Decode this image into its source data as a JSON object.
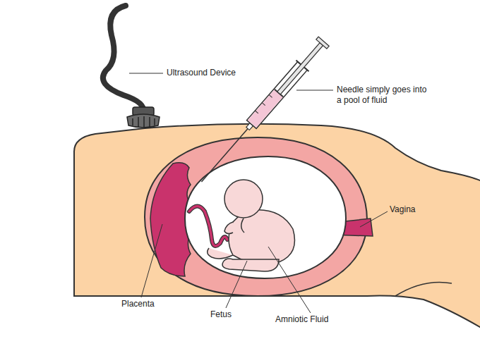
{
  "diagram": {
    "labels": [
      "Ultrasound Device",
      "Needle simply goes into a pool of fluid",
      "Vagina",
      "Placenta",
      "Fetus",
      "Amniotic Fluid"
    ]
  }
}
